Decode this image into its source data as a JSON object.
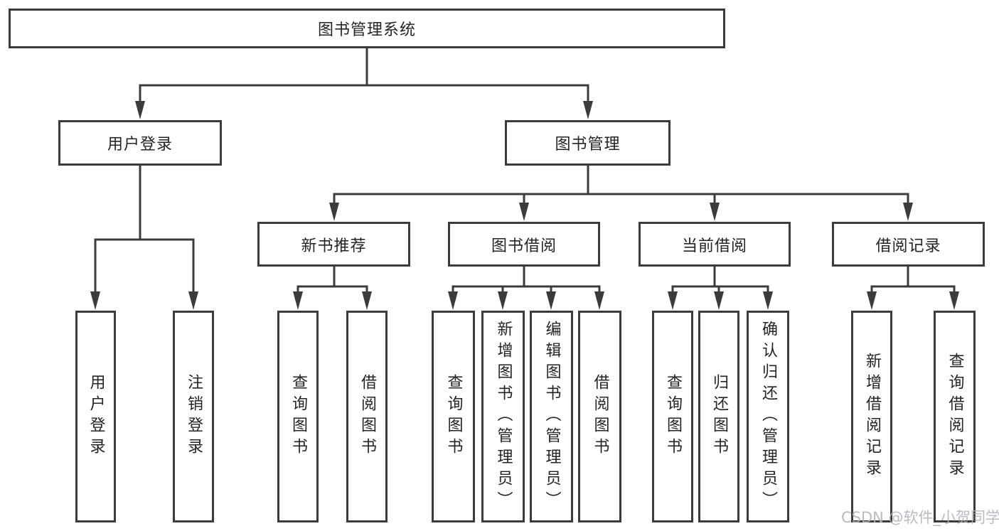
{
  "diagram": {
    "type": "hierarchy-flowchart",
    "colors": {
      "line": "#3b3b3b",
      "box_border": "#3b3b3b",
      "box_fill": "#ffffff",
      "text": "#242424",
      "background": "#ffffff",
      "watermark": "#aeb2bb"
    },
    "tree": {
      "root": "图书管理系统",
      "branches": [
        {
          "label": "用户登录",
          "children": [
            "用户登录",
            "注销登录"
          ]
        },
        {
          "label": "图书管理",
          "children": [
            {
              "label": "新书推荐",
              "children": [
                "查询图书",
                "借阅图书"
              ]
            },
            {
              "label": "图书借阅",
              "children": [
                "查询图书",
                "新增图书（管理员）",
                "编辑图书（管理员）",
                "借阅图书"
              ]
            },
            {
              "label": "当前借阅",
              "children": [
                "查询图书",
                "归还图书",
                "确认归还（管理员）"
              ]
            },
            {
              "label": "借阅记录",
              "children": [
                "新增借阅记录",
                "查询借阅记录"
              ]
            }
          ]
        }
      ]
    },
    "watermark": {
      "text": "CSDN @软件_小贺同学"
    }
  }
}
